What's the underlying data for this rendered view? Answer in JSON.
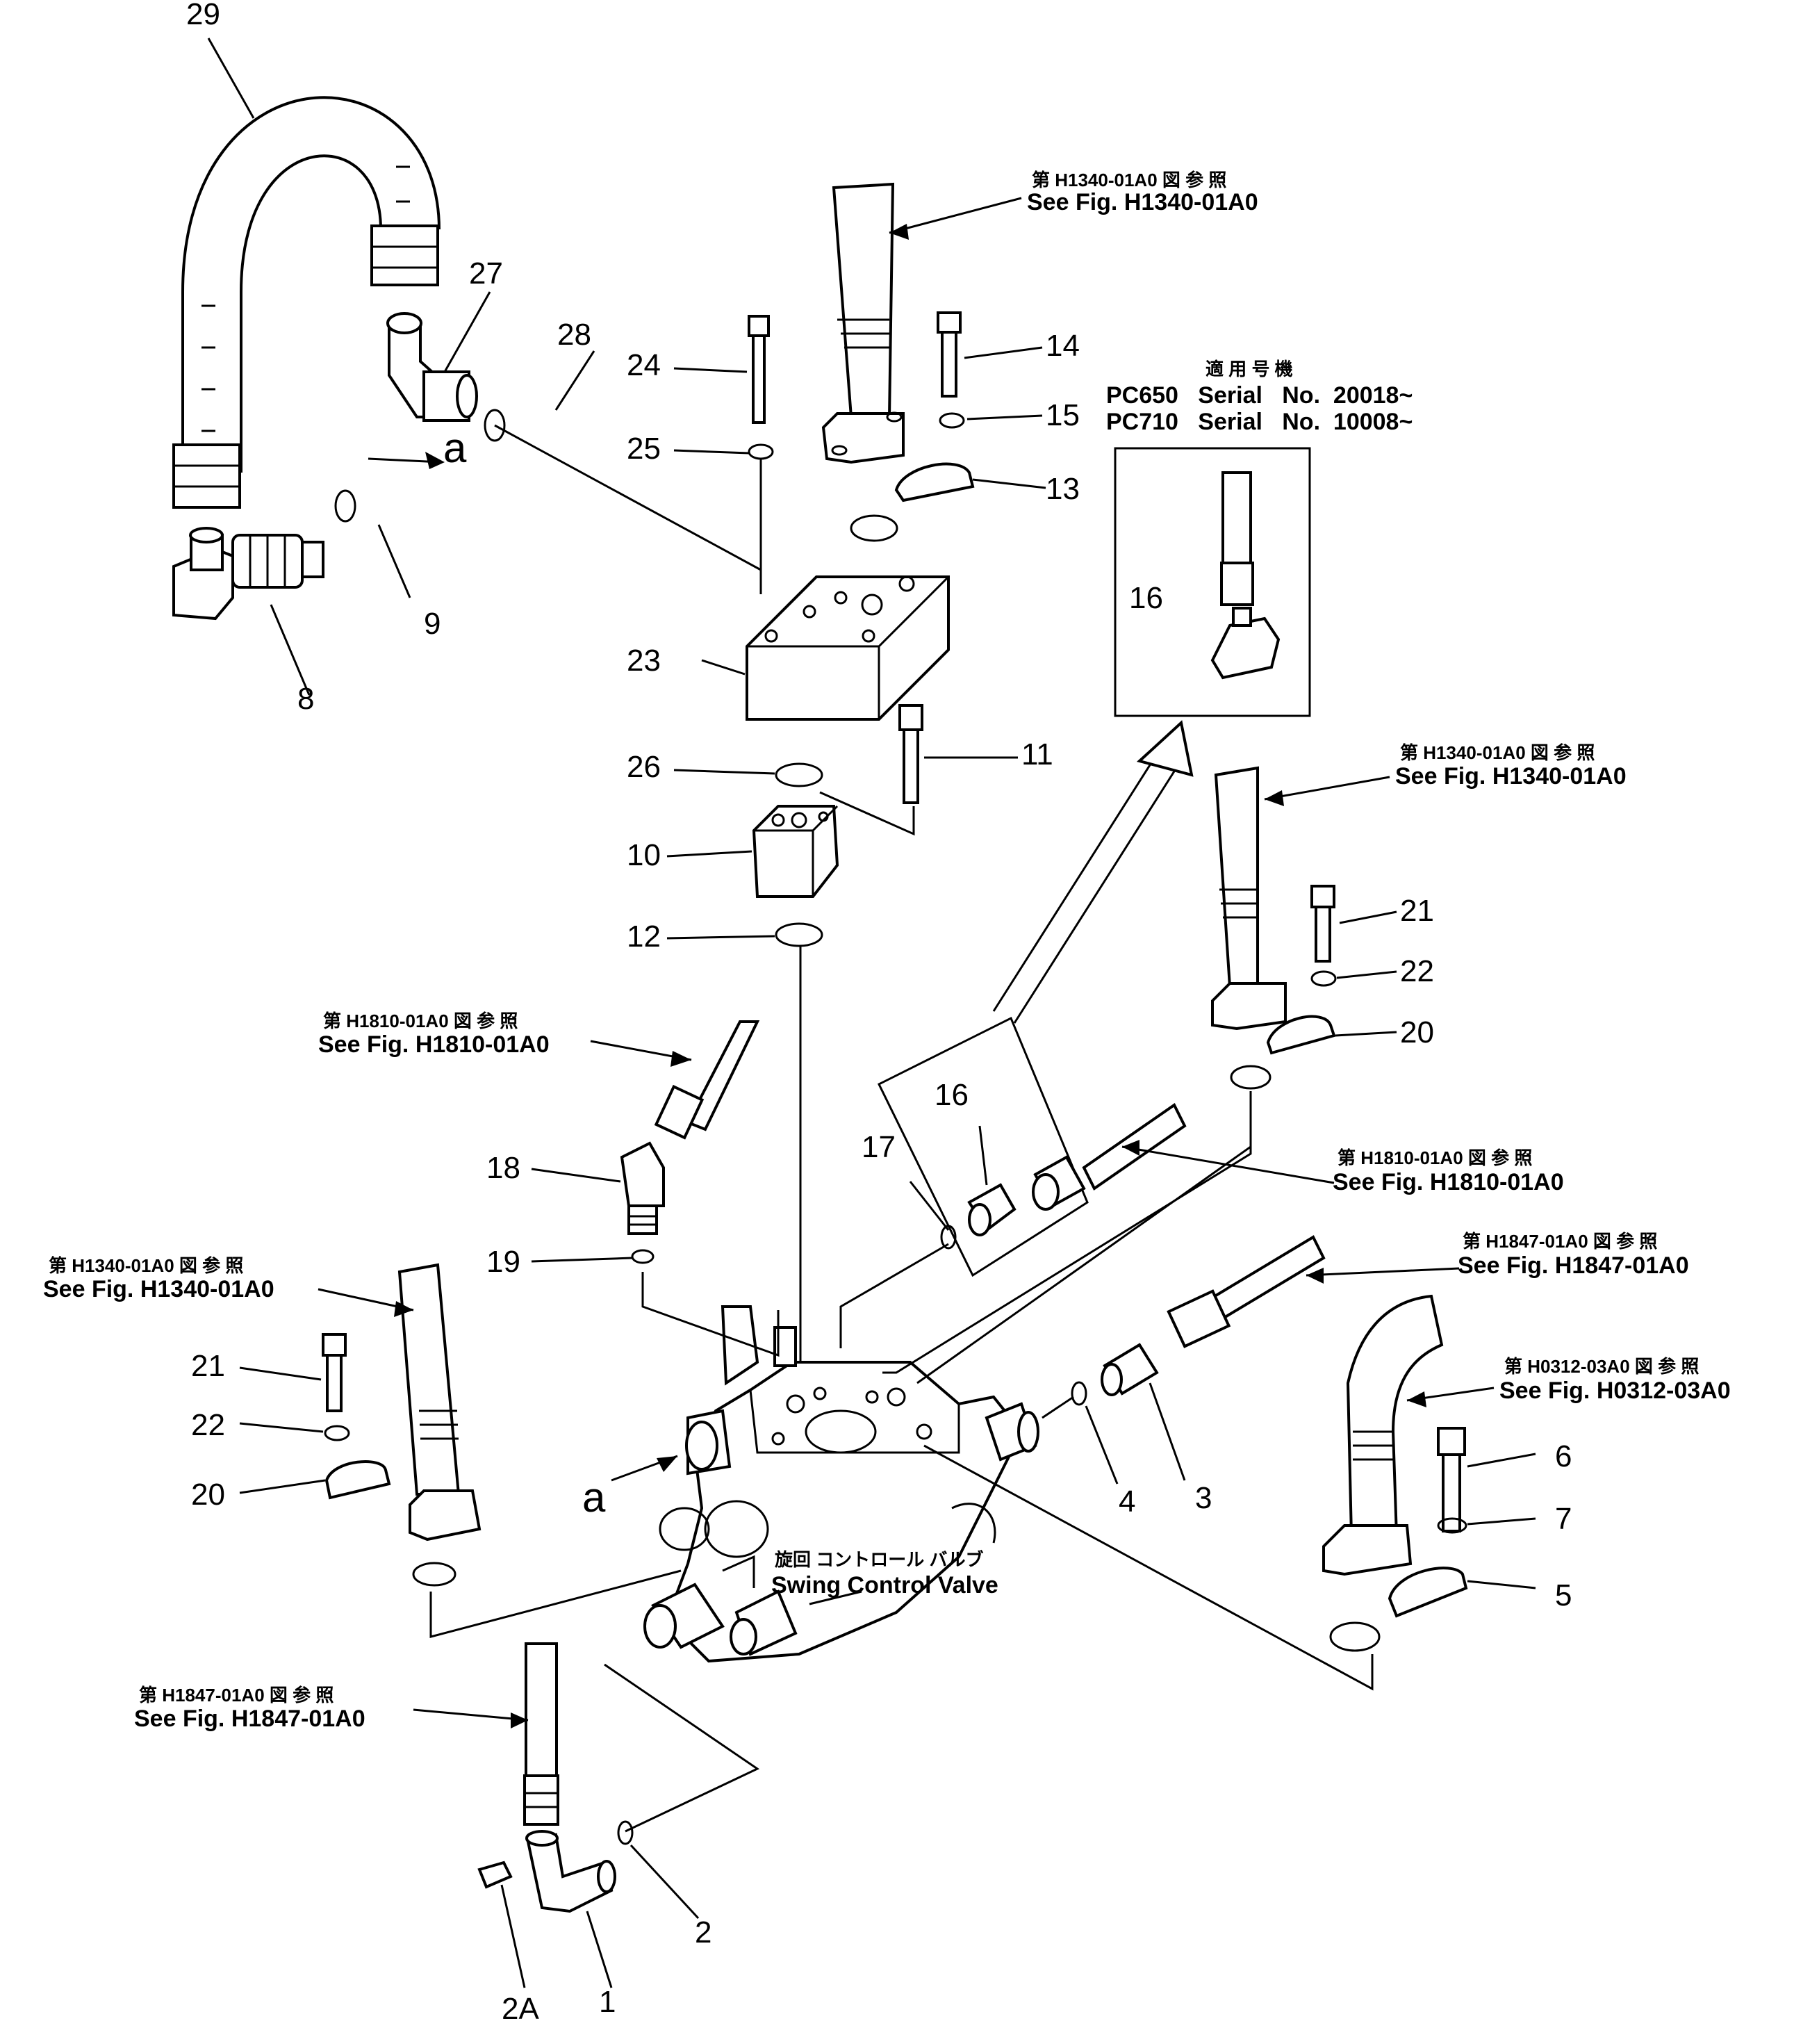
{
  "title": "",
  "callouts": [
    {
      "id": "29",
      "label": "29"
    },
    {
      "id": "27",
      "label": "27"
    },
    {
      "id": "28",
      "label": "28"
    },
    {
      "id": "a-top",
      "label": "a"
    },
    {
      "id": "9",
      "label": "9"
    },
    {
      "id": "8",
      "label": "8"
    },
    {
      "id": "24",
      "label": "24"
    },
    {
      "id": "25",
      "label": "25"
    },
    {
      "id": "23",
      "label": "23"
    },
    {
      "id": "26",
      "label": "26"
    },
    {
      "id": "10",
      "label": "10"
    },
    {
      "id": "12",
      "label": "12"
    },
    {
      "id": "11",
      "label": "11"
    },
    {
      "id": "14",
      "label": "14"
    },
    {
      "id": "15",
      "label": "15"
    },
    {
      "id": "13",
      "label": "13"
    },
    {
      "id": "16-inset",
      "label": "16"
    },
    {
      "id": "16",
      "label": "16"
    },
    {
      "id": "17",
      "label": "17"
    },
    {
      "id": "18",
      "label": "18"
    },
    {
      "id": "19",
      "label": "19"
    },
    {
      "id": "21-right",
      "label": "21"
    },
    {
      "id": "22-right",
      "label": "22"
    },
    {
      "id": "20-right",
      "label": "20"
    },
    {
      "id": "21-left",
      "label": "21"
    },
    {
      "id": "22-left",
      "label": "22"
    },
    {
      "id": "20-left",
      "label": "20"
    },
    {
      "id": "a-bottom",
      "label": "a"
    },
    {
      "id": "3",
      "label": "3"
    },
    {
      "id": "4",
      "label": "4"
    },
    {
      "id": "6",
      "label": "6"
    },
    {
      "id": "7",
      "label": "7"
    },
    {
      "id": "5",
      "label": "5"
    },
    {
      "id": "2",
      "label": "2"
    },
    {
      "id": "2A",
      "label": "2A"
    },
    {
      "id": "1",
      "label": "1"
    }
  ],
  "references": [
    {
      "jp": "第 H1340-01A0 図 参 照",
      "en": "See Fig. H1340-01A0"
    },
    {
      "jp": "第 H1340-01A0 図 参 照",
      "en": "See Fig. H1340-01A0"
    },
    {
      "jp": "第 H1810-01A0 図 参 照",
      "en": "See Fig. H1810-01A0"
    },
    {
      "jp": "第 H1810-01A0 図 参 照",
      "en": "See Fig. H1810-01A0"
    },
    {
      "jp": "第 H1847-01A0 図 参 照",
      "en": "See Fig. H1847-01A0"
    },
    {
      "jp": "第 H1340-01A0 図 参 照",
      "en": "See Fig. H1340-01A0"
    },
    {
      "jp": "第 H0312-03A0 図 参 照",
      "en": "See Fig. H0312-03A0"
    },
    {
      "jp": "第 H1847-01A0 図 参 照",
      "en": "See Fig. H1847-01A0"
    }
  ],
  "inset": {
    "heading": "適 用 号 機",
    "lines": [
      "PC650   Serial   No.  20018~",
      "PC710   Serial   No.  10008~"
    ]
  },
  "valve_label": {
    "jp": "旋回 コントロール バルブ",
    "en": "Swing Control Valve"
  }
}
